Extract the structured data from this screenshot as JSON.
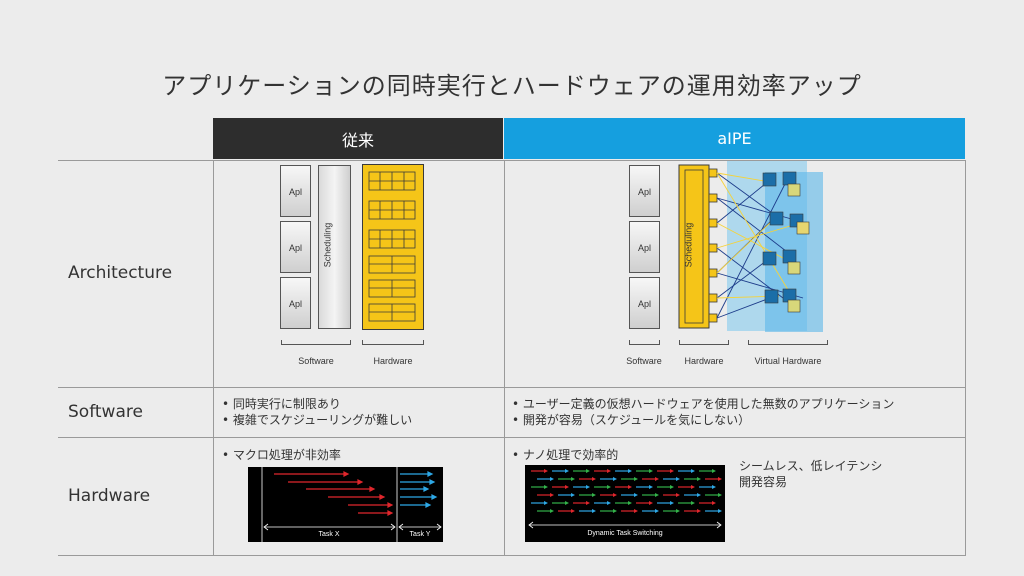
{
  "title": "アプリケーションの同時実行とハードウェアの運用効率アップ",
  "columns": {
    "conventional": "従来",
    "aipe": "aIPE"
  },
  "rows": {
    "architecture": "Architecture",
    "software": "Software",
    "hardware": "Hardware"
  },
  "conventional": {
    "apl_labels": [
      "Apl",
      "Apl",
      "Apl"
    ],
    "scheduling": "Scheduling",
    "captions": {
      "software": "Software",
      "hardware": "Hardware"
    },
    "software_bullets": [
      "同時実行に制限あり",
      "複雑でスケジューリングが難しい"
    ],
    "hardware_bullet": "マクロ処理が非効率",
    "task_labels": {
      "task_x": "Task X",
      "task_y": "Task Y"
    }
  },
  "aipe": {
    "apl_labels": [
      "Apl",
      "Apl",
      "Apl"
    ],
    "scheduling": "Scheduling",
    "captions": {
      "software": "Software",
      "hardware": "Hardware",
      "virtual": "Virtual Hardware"
    },
    "software_bullets": [
      "ユーザー定義の仮想ハードウェアを使用した無数のアプリケーション",
      "開発が容易（スケジュールを気にしない）"
    ],
    "hardware_bullet": "ナノ処理で効率的",
    "switching_label": "Dynamic Task Switching",
    "note_lines": [
      "シームレス、低レイテンシ",
      "開発容易"
    ]
  },
  "colors": {
    "dark": "#2d2d2d",
    "accent": "#159fdf",
    "hw_yellow": "#f5c518",
    "red": "#e0262c",
    "blue": "#2ea8e6",
    "green": "#33b24a"
  }
}
